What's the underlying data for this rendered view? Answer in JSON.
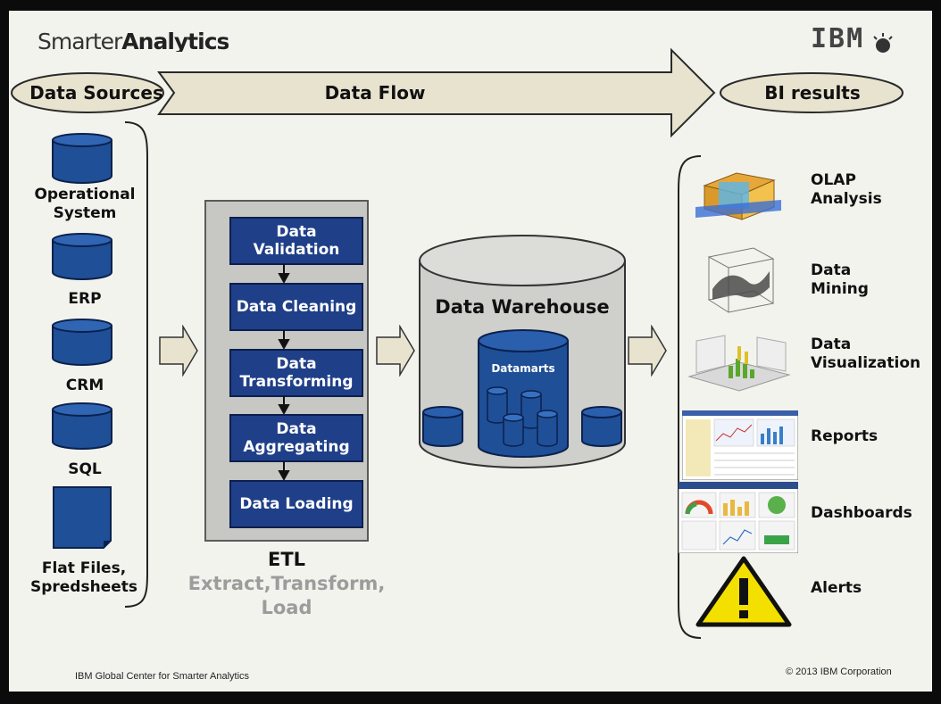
{
  "header": {
    "brand_light": "Smarter",
    "brand_bold": "Analytics",
    "ibm_logo": "IBM"
  },
  "flow": {
    "sources_label": "Data Sources",
    "flow_label": "Data Flow",
    "results_label": "BI results"
  },
  "sources": [
    {
      "label": "Operational System",
      "icon": "database-cylinder-icon"
    },
    {
      "label": "ERP",
      "icon": "database-cylinder-icon"
    },
    {
      "label": "CRM",
      "icon": "database-cylinder-icon"
    },
    {
      "label": "SQL",
      "icon": "database-cylinder-icon"
    },
    {
      "label": "Flat Files, Spredsheets",
      "icon": "document-icon"
    }
  ],
  "etl": {
    "steps": [
      "Data Validation",
      "Data Cleaning",
      "Data Transforming",
      "Data Aggregating",
      "Data Loading"
    ],
    "title": "ETL",
    "subtitle": "Extract,Transform, Load"
  },
  "warehouse": {
    "title": "Data Warehouse",
    "datamarts_label": "Datamarts"
  },
  "bi_results": [
    {
      "label": "OLAP Analysis",
      "icon": "olap-cube-icon"
    },
    {
      "label": "Data Mining",
      "icon": "3d-surface-plot-icon"
    },
    {
      "label": "Data Visualization",
      "icon": "3d-bar-visualization-icon"
    },
    {
      "label": "Reports",
      "icon": "report-screenshot-icon"
    },
    {
      "label": "Dashboards",
      "icon": "dashboard-screenshot-icon"
    },
    {
      "label": "Alerts",
      "icon": "warning-icon"
    }
  ],
  "footer": {
    "left": "IBM Global Center for Smarter Analytics",
    "right": "© 2013 IBM Corporation"
  },
  "colors": {
    "box_blue": "#1f3f88",
    "cylinder_blue": "#1f4f97",
    "oval_fill": "#e8e3cf",
    "arrow_fill": "#e8e3cf",
    "warning_yellow": "#f4e000"
  }
}
